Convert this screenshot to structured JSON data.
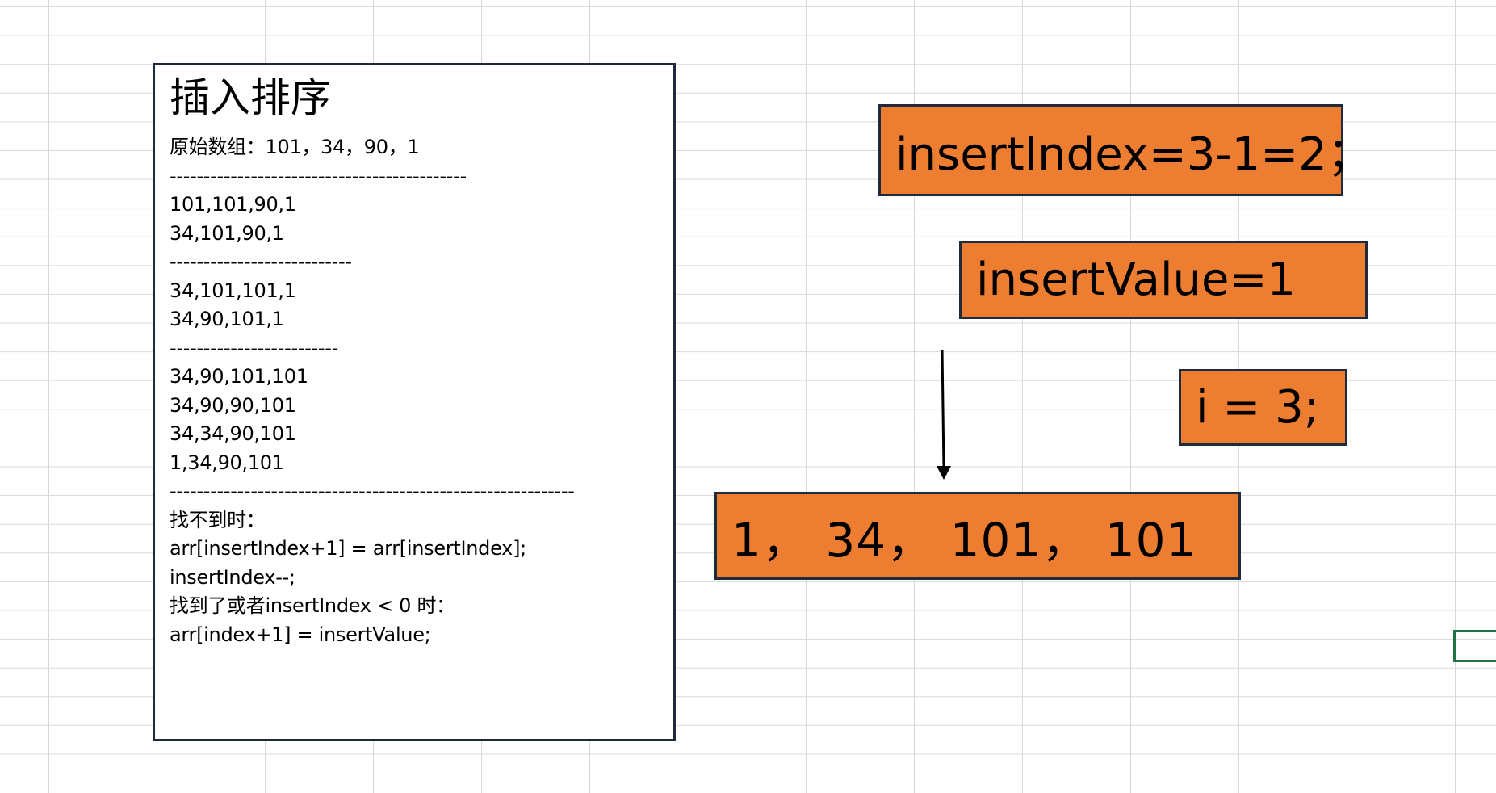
{
  "notes": {
    "title": "插入排序",
    "lines": [
      "原始数组：101，34，90，1",
      "--------------------------------------------",
      "101,101,90,1",
      "34,101,90,1",
      "---------------------------",
      "34,101,101,1",
      "34,90,101,1",
      "-------------------------",
      "34,90,101,101",
      "34,90,90,101",
      "34,34,90,101",
      "1,34,90,101",
      "------------------------------------------------------------",
      "找不到时：",
      "arr[insertIndex+1] = arr[insertIndex];",
      "insertIndex--;",
      "找到了或者insertIndex < 0 时：",
      "arr[index+1] = insertValue;"
    ]
  },
  "boxes": {
    "insert_index": "insertIndex=3-1=2；",
    "insert_value": "insertValue=1",
    "i_value": "i = 3;",
    "array_state": "1， 34， 101， 101"
  },
  "colors": {
    "box_fill": "#ed7d31",
    "box_border": "#1f2a3c",
    "gridline": "#d9d9d9",
    "selected_cell": "#217346"
  }
}
